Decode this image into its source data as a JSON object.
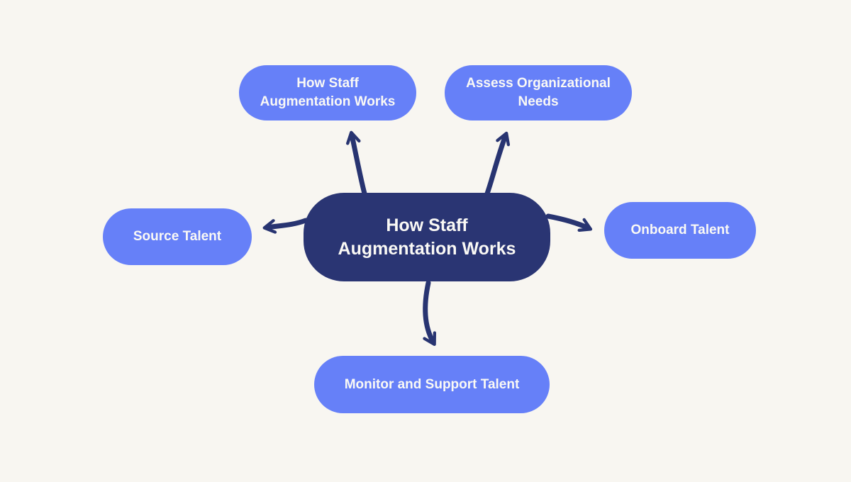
{
  "background": "#F8F6F1",
  "colors": {
    "node_fill": "#6680F8",
    "center_fill": "#2A3573",
    "arrow": "#283471",
    "text": "#FAF9F5"
  },
  "diagram": {
    "type": "mindmap",
    "center": {
      "label": "How Staff Augmentation Works"
    },
    "satellites": [
      {
        "id": "how-staff-augmentation-works",
        "position": "top-left",
        "label": "How Staff Augmentation Works"
      },
      {
        "id": "assess-organizational-needs",
        "position": "top-right",
        "label": "Assess Organizational Needs"
      },
      {
        "id": "source-talent",
        "position": "left",
        "label": "Source Talent"
      },
      {
        "id": "onboard-talent",
        "position": "right",
        "label": "Onboard Talent"
      },
      {
        "id": "monitor-and-support-talent",
        "position": "bottom",
        "label": "Monitor and Support Talent"
      }
    ]
  }
}
